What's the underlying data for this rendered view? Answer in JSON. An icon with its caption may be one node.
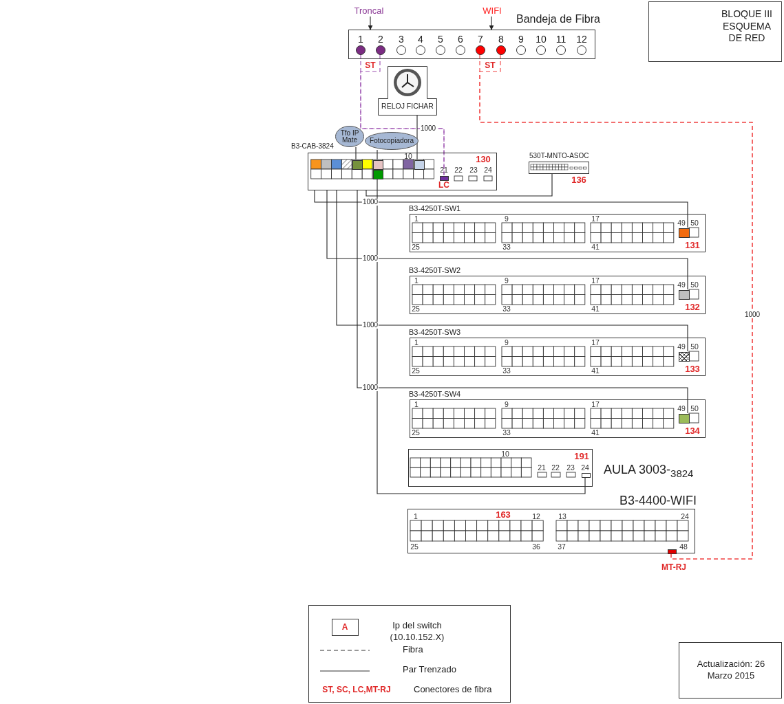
{
  "diagram": {
    "title": "BLOQUE III ESQUEMA DE RED",
    "nodes": [
      {
        "text": [
          "Troncal"
        ]
      },
      {
        "text": [
          "WIFI"
        ]
      },
      {
        "text": [
          "Bandeja de Fibra"
        ]
      },
      {
        "text": [
          "1"
        ],
        "in": 2
      },
      {
        "text": [
          "2"
        ],
        "in": 2
      },
      {
        "text": [
          "3"
        ],
        "in": 2
      },
      {
        "text": [
          "4"
        ],
        "in": 2
      },
      {
        "text": [
          "5"
        ],
        "in": 2
      },
      {
        "text": [
          "6"
        ],
        "in": 2
      },
      {
        "text": [
          "7"
        ],
        "in": 2
      },
      {
        "text": [
          "8"
        ],
        "in": 2
      },
      {
        "text": [
          "9"
        ],
        "in": 2
      },
      {
        "text": [
          "10"
        ],
        "in": 2
      },
      {
        "text": [
          "11"
        ],
        "in": 2
      },
      {
        "text": [
          "12"
        ],
        "in": 2
      },
      {
        "text": [
          "RELOJ FICHAR"
        ]
      },
      {
        "text": [
          "Tfo IP Mate"
        ]
      },
      {
        "text": [
          "Fotocopiadora"
        ]
      },
      {
        "text": [
          "B3-CAB-3824"
        ]
      },
      {
        "text": [],
        "shape": "box",
        "in": 18
      },
      {
        "text": [],
        "shape": "box",
        "in": 18
      },
      {
        "text": [],
        "shape": "box",
        "in": 18
      },
      {
        "text": [],
        "shape": "box",
        "in": 18
      },
      {
        "text": [],
        "shape": "box",
        "in": 18
      },
      {
        "text": [
          "530T-MNTO-ASOC"
        ]
      },
      {
        "text": [
          "B3-4250T-SW1"
        ]
      },
      {
        "text": [],
        "shape": "box",
        "in": 25
      },
      {
        "text": [
          "B3-4250T-SW2"
        ]
      },
      {
        "text": [],
        "shape": "box",
        "in": 27
      },
      {
        "text": [
          "B3-4250T-SW3"
        ]
      },
      {
        "text": [],
        "shape": "box",
        "in": 29
      },
      {
        "text": [
          "B3-4250T-SW4"
        ]
      },
      {
        "text": [],
        "shape": "box",
        "in": 31
      },
      {
        "text": [
          "AULA 3003-$_{3824}$"
        ]
      },
      {
        "text": [],
        "shape": "box",
        "in": 33
      },
      {
        "text": [
          "B3-4400-WIFI"
        ]
      },
      {
        "text": [],
        "shape": "box",
        "in": 35
      },
      {
        "text": [
          "Actualización: 26 Marzo 2015"
        ]
      }
    ],
    "edges": [
      {
        "from": 0,
        "to": 2,
        "arrow": "to"
      },
      {
        "from": 1,
        "to": 2,
        "arrow": "to"
      },
      {
        "from": 3,
        "to": 23,
        "arrow": "none",
        "label": "1000",
        "style": "dashed",
        "color": "#9b4fb0"
      },
      {
        "from": 4,
        "to": 23,
        "arrow": "none",
        "style": "dashed",
        "color": "#9b4fb0"
      },
      {
        "from": 9,
        "to": 36,
        "arrow": "none",
        "label": "1000",
        "style": "dashed",
        "color": "#f04040"
      },
      {
        "from": 10,
        "to": 36,
        "arrow": "none",
        "style": "dashed",
        "color": "#f04040"
      },
      {
        "from": 15,
        "to": 21,
        "arrow": "none"
      },
      {
        "from": 16,
        "to": 19,
        "arrow": "none"
      },
      {
        "from": 17,
        "to": 20,
        "arrow": "none"
      },
      {
        "from": 24,
        "to": 18,
        "arrow": "none"
      },
      {
        "from": 18,
        "to": 26,
        "arrow": "none",
        "label": "1000"
      },
      {
        "from": 18,
        "to": 28,
        "arrow": "none",
        "label": "1000"
      },
      {
        "from": 18,
        "to": 30,
        "arrow": "none",
        "label": "1000"
      },
      {
        "from": 18,
        "to": 32,
        "arrow": "none",
        "label": "1000"
      },
      {
        "from": 22,
        "to": 34,
        "arrow": "none"
      }
    ],
    "labels": [
      "ST",
      "ST",
      "10",
      "130",
      "21",
      "22",
      "23",
      "24",
      "LC",
      "136",
      "1",
      "9",
      "17",
      "49",
      "50",
      "25",
      "33",
      "41",
      "131",
      "1",
      "9",
      "17",
      "49",
      "50",
      "25",
      "33",
      "41",
      "132",
      "1",
      "9",
      "17",
      "49",
      "50",
      "25",
      "33",
      "41",
      "133",
      "1",
      "9",
      "17",
      "49",
      "50",
      "25",
      "33",
      "41",
      "134",
      "10",
      "191",
      "21",
      "22",
      "23",
      "24",
      "1",
      "163",
      "12",
      "13",
      "24",
      "25",
      "36",
      "37",
      "48",
      "MT-RJ",
      "A",
      "ST, SC, LC,MT-RJ"
    ],
    "legend": [
      {
        "text": "Ip del switch (10.10.152.X)"
      },
      {
        "text": "Fibra"
      },
      {
        "text": "Par Trenzado"
      },
      {
        "text": "Conectores de fibra"
      }
    ]
  }
}
